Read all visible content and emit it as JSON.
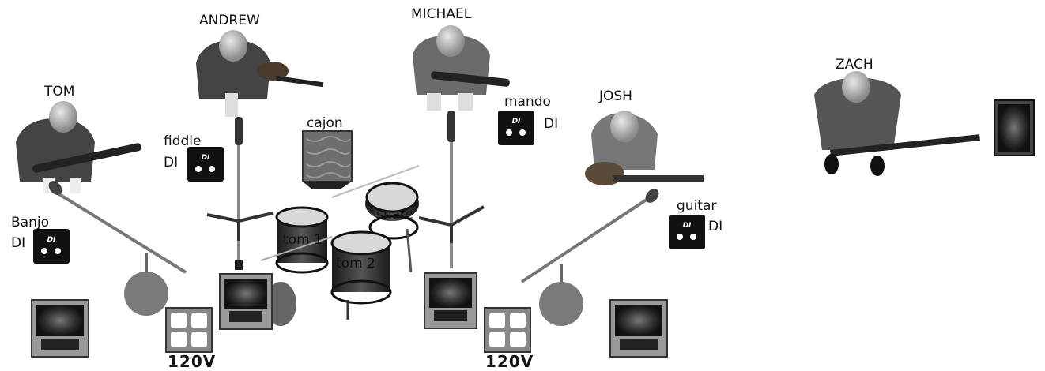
{
  "musicians": {
    "tom": "TOM",
    "andrew": "ANDREW",
    "michael": "MICHAEL",
    "josh": "JOSH",
    "zach": "ZACH"
  },
  "di_boxes": {
    "banjo_1": "Banjo",
    "banjo_2": "DI",
    "fiddle_1": "fiddle",
    "fiddle_2": "DI",
    "mando_1": "mando",
    "mando_2": "DI",
    "guitar_1": "guitar",
    "guitar_2": "DI",
    "box_text": "DI"
  },
  "drums": {
    "cajon": "cajon",
    "snare": "snare",
    "tom1": "tom 1",
    "tom2": "tom 2"
  },
  "outlets": {
    "left": "120V",
    "right": "120V"
  }
}
